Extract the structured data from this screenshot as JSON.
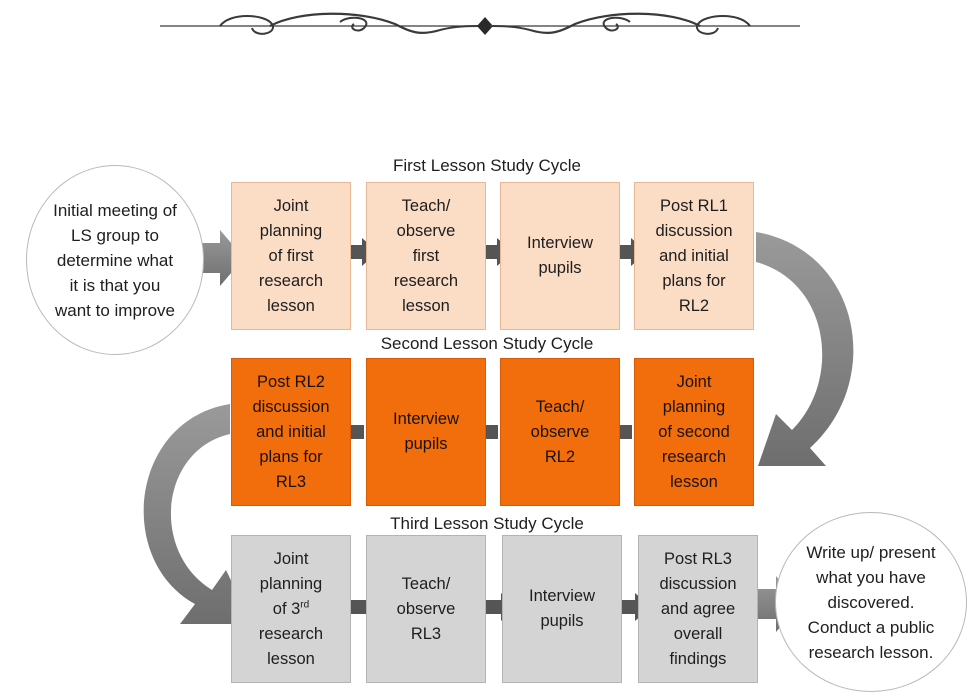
{
  "cycles": [
    {
      "title": "First Lesson Study Cycle",
      "steps": [
        "Joint\nplanning\nof first\nresearch\nlesson",
        "Teach/\nobserve\nfirst\nresearch\nlesson",
        "Interview\npupils",
        "Post RL1\ndiscussion\nand initial\nplans for\nRL2"
      ]
    },
    {
      "title": "Second Lesson Study Cycle",
      "steps": [
        "Post RL2\ndiscussion\nand initial\nplans for\nRL3",
        "Interview\npupils",
        "Teach/\nobserve\nRL2",
        "Joint\nplanning\nof second\nresearch\nlesson"
      ]
    },
    {
      "title": "Third Lesson Study Cycle",
      "steps": [
        "Joint\nplanning\nof 3rd\nresearch\nlesson",
        "Teach/\nobserve\nRL3",
        "Interview\npupils",
        "Post RL3\ndiscussion\nand agree\noverall\nfindings"
      ],
      "superscript": "rd"
    }
  ],
  "start_circle": "Initial meeting of\nLS group to\ndetermine what\nit is that you\nwant to improve",
  "end_circle": "Write up/ present\nwhat you have\ndiscovered.\nConduct a public\nresearch lesson.",
  "colors": {
    "cycle1": "#fbdcc5",
    "cycle2": "#f26d0b",
    "cycle3": "#d4d4d4",
    "arrow": "#5a5a5a"
  }
}
